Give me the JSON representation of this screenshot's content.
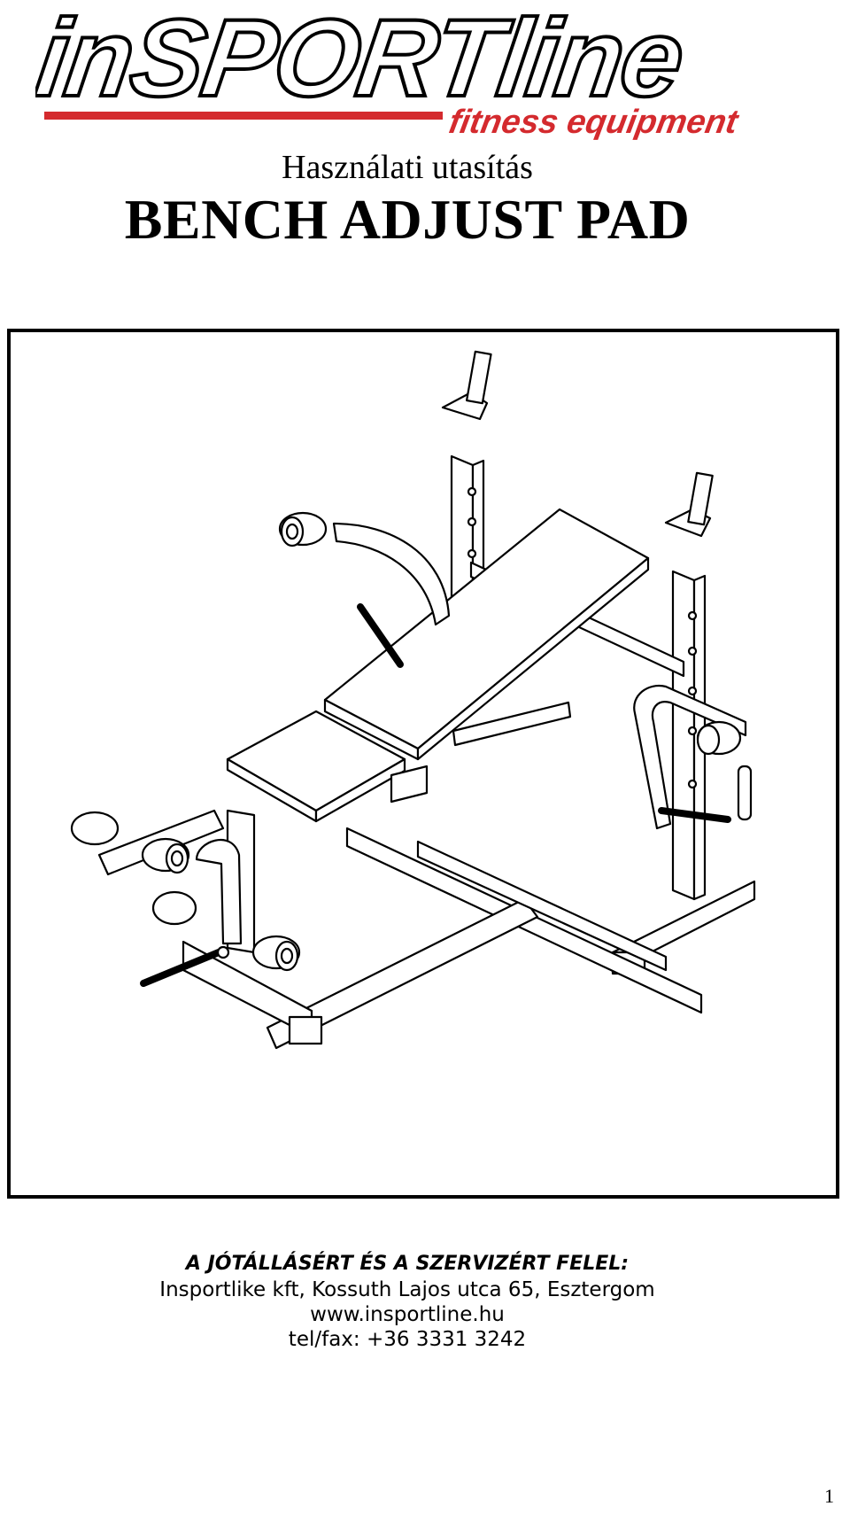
{
  "header": {
    "brand_wordmark": "inSPORTline",
    "brand_tagline": "fitness equipment",
    "brand_red": "#d42a2e",
    "subtitle": "Használati utasítás",
    "title": "BENCH ADJUST PAD"
  },
  "figure": {
    "icon": "weight-bench-illustration"
  },
  "contact": {
    "heading": "A JÓTÁLLÁSÉRT ÉS A SZERVIZÉRT FELEL:",
    "company_address": "Insportlike kft, Kossuth Lajos utca 65, Esztergom",
    "website": "www.insportline.hu",
    "phone": "tel/fax: +36 3331 3242"
  },
  "footer": {
    "page_number": "1"
  }
}
